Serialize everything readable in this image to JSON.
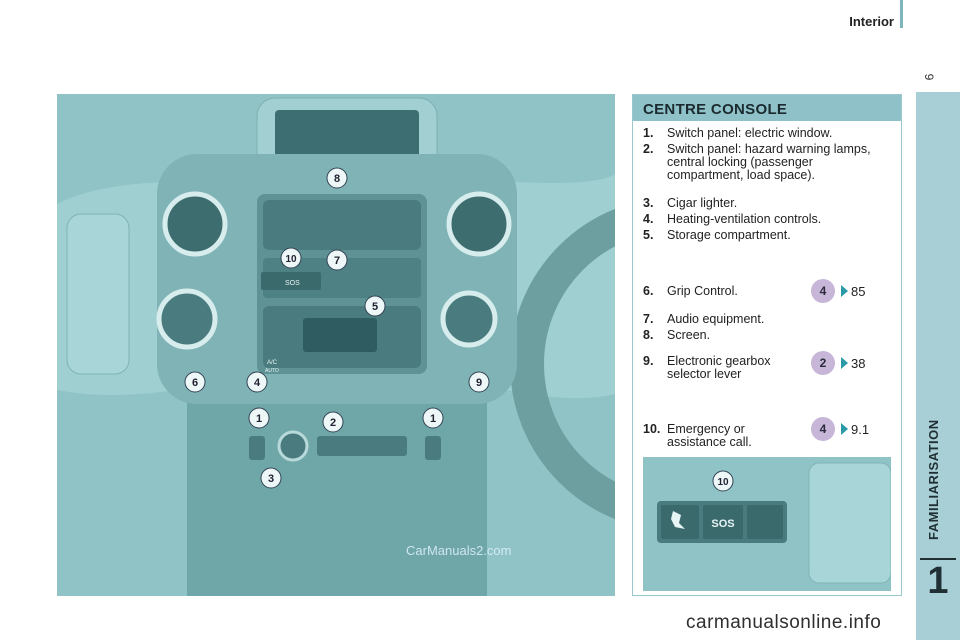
{
  "header": {
    "title": "Interior"
  },
  "sidebar": {
    "page_number": "9",
    "section_label": "FAMILIARISATION",
    "chapter_number": "1"
  },
  "panel": {
    "title": "CENTRE CONSOLE",
    "items": [
      {
        "num": "1.",
        "text": "Switch panel: electric window."
      },
      {
        "num": "2.",
        "text": "Switch panel: hazard warning lamps, central locking (passenger compartment, load space)."
      },
      {
        "num": "3.",
        "text": "Cigar lighter."
      },
      {
        "num": "4.",
        "text": "Heating-ventilation controls."
      },
      {
        "num": "5.",
        "text": "Storage compartment."
      },
      {
        "num": "6.",
        "text": "Grip Control."
      },
      {
        "num": "7.",
        "text": "Audio equipment."
      },
      {
        "num": "8.",
        "text": "Screen."
      },
      {
        "num": "9.",
        "text": "Electronic gearbox selector lever"
      },
      {
        "num": "10.",
        "text": "Emergency or assistance call."
      }
    ],
    "refs": [
      {
        "badge": "4",
        "page": "85"
      },
      {
        "badge": "2",
        "page": "38"
      },
      {
        "badge": "4",
        "page": "9.1"
      }
    ]
  },
  "photo": {
    "callouts": [
      "8",
      "10",
      "7",
      "5",
      "6",
      "4",
      "9",
      "1",
      "2",
      "1",
      "3"
    ],
    "button_labels": {
      "sos": "SOS",
      "ac": "A/C",
      "auto": "AUTO"
    }
  },
  "inset": {
    "callout": "10",
    "sos": "SOS"
  },
  "watermark": "CarManuals2.com",
  "footer": "carmanualsonline.info",
  "colors": {
    "sidebar": "#a9cfd6",
    "photo": "#8fc3c6",
    "title_bar": "#8ec1c8",
    "badge": "#c7b6d8",
    "arrow": "#2a9aa6"
  }
}
